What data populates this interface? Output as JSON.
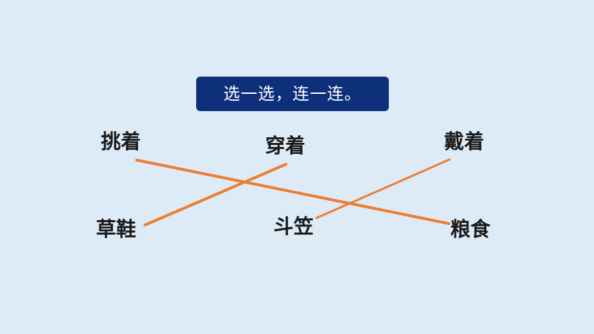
{
  "title": "选一选，连一连。",
  "top_words": [
    "挑着",
    "穿着",
    "戴着"
  ],
  "bottom_words": [
    "草鞋",
    "斗笠",
    "粮食"
  ],
  "connections": [
    {
      "from": "挑着",
      "to": "粮食"
    },
    {
      "from": "穿着",
      "to": "草鞋"
    },
    {
      "from": "戴着",
      "to": "斗笠"
    }
  ],
  "colors": {
    "background": "#DDEBF7",
    "title_box": "#0E2F7A",
    "title_text": "#FFFFFF",
    "line": "#ED7D31",
    "word_text": "#1A1A1A"
  }
}
